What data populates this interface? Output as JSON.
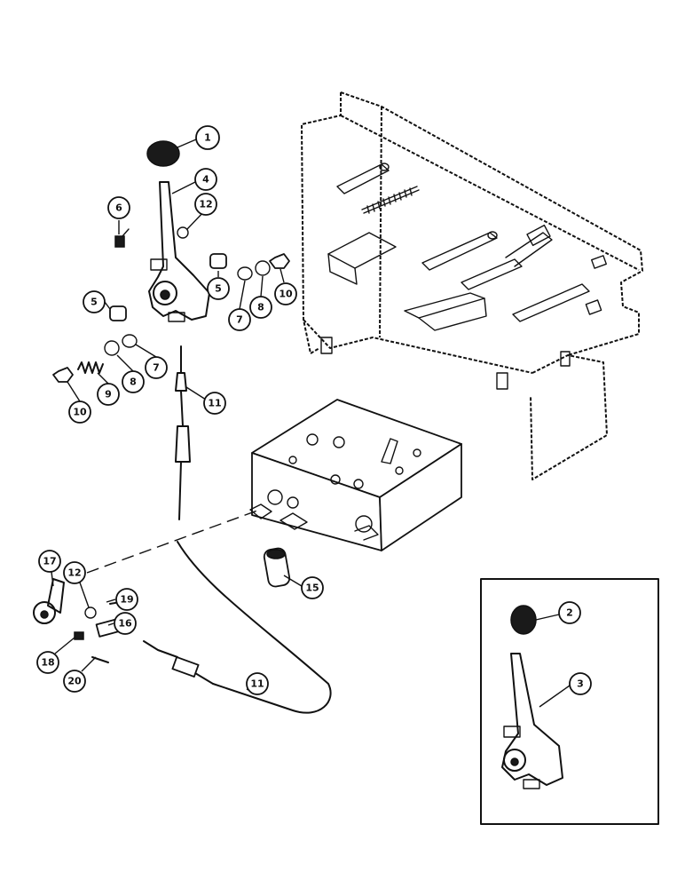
{
  "callouts": [
    {
      "label": "1"
    },
    {
      "label": "4"
    },
    {
      "label": "6"
    },
    {
      "label": "12"
    },
    {
      "label": "5"
    },
    {
      "label": "5"
    },
    {
      "label": "7"
    },
    {
      "label": "8"
    },
    {
      "label": "10"
    },
    {
      "label": "7"
    },
    {
      "label": "8"
    },
    {
      "label": "9"
    },
    {
      "label": "10"
    },
    {
      "label": "11"
    },
    {
      "label": "17"
    },
    {
      "label": "12"
    },
    {
      "label": "19"
    },
    {
      "label": "16"
    },
    {
      "label": "18"
    },
    {
      "label": "20"
    },
    {
      "label": "11"
    },
    {
      "label": "15"
    },
    {
      "label": "2"
    },
    {
      "label": "3"
    }
  ]
}
